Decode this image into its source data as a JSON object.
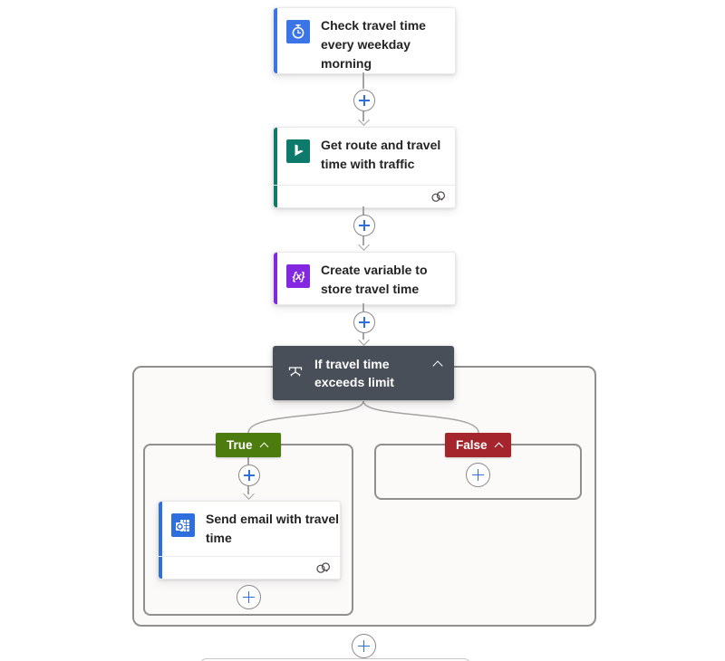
{
  "app": "flow-designer-canvas",
  "colors": {
    "canvas_bg": "#ffffff",
    "trigger_accent": "#3b74e6",
    "bing_accent": "#0e7a6c",
    "variable_accent": "#8328e0",
    "outlook_accent": "#2e6fe0",
    "condition_bg": "#484f58",
    "true_badge_bg": "#4d7c0e",
    "false_badge_bg": "#a4262c",
    "connector_gray": "#a6a4a2",
    "plus_blue": "#2d6fe0"
  },
  "nodes": {
    "trigger": {
      "title": "Check travel time every weekday morning",
      "icon": "recurrence-icon"
    },
    "get_route": {
      "title": "Get route and travel time with traffic",
      "icon": "bing-maps-icon",
      "has_connection_badge": true
    },
    "create_variable": {
      "title": "Create variable to store travel time",
      "icon": "variable-icon",
      "icon_glyph": "{x}"
    },
    "condition": {
      "title": "If travel time exceeds limit",
      "icon": "condition-icon",
      "collapsed": false
    },
    "send_email": {
      "title": "Send email with travel time",
      "icon": "outlook-icon",
      "has_connection_badge": true
    }
  },
  "branches": {
    "true_label": "True",
    "false_label": "False"
  }
}
